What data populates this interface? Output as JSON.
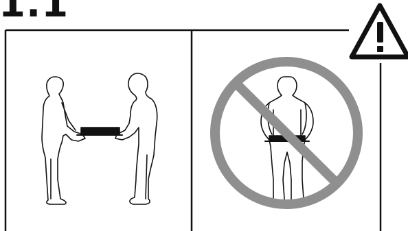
{
  "header": {
    "step_number": "1.1"
  },
  "panels": [
    {
      "id": "correct",
      "figure": "two-people-carrying-device-icon",
      "status": "allowed"
    },
    {
      "id": "incorrect",
      "figure": "one-person-carrying-device-icon",
      "status": "prohibited"
    }
  ],
  "icons": {
    "warning": "warning-triangle-icon",
    "prohibited": "prohibition-sign-icon"
  },
  "colors": {
    "line": "#111111",
    "prohibition": "#8f8f8f",
    "background": "#ffffff"
  }
}
